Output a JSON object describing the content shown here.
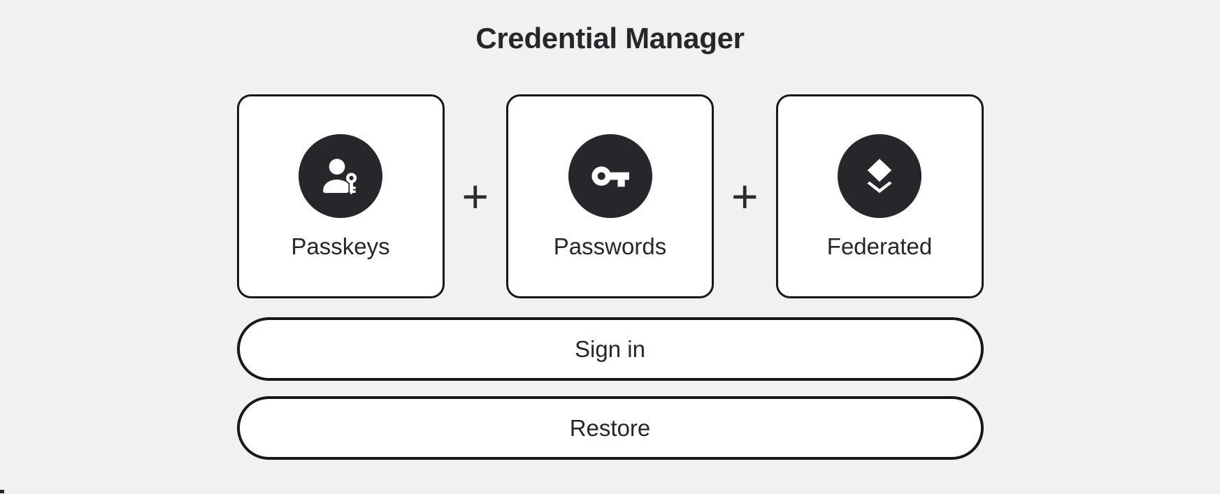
{
  "title": "Credential Manager",
  "cards": [
    {
      "label": "Passkeys",
      "icon": "passkey-person-key-icon"
    },
    {
      "label": "Passwords",
      "icon": "key-icon"
    },
    {
      "label": "Federated",
      "icon": "layers-icon"
    }
  ],
  "separators": {
    "plus": "+"
  },
  "buttons": {
    "sign_in": "Sign in",
    "restore": "Restore"
  },
  "colors": {
    "background": "#f0f1f0",
    "surface": "#ffffff",
    "outline": "#17181a",
    "text": "#26272b",
    "icon_circle": "#26272b",
    "icon_glyph": "#ffffff"
  }
}
